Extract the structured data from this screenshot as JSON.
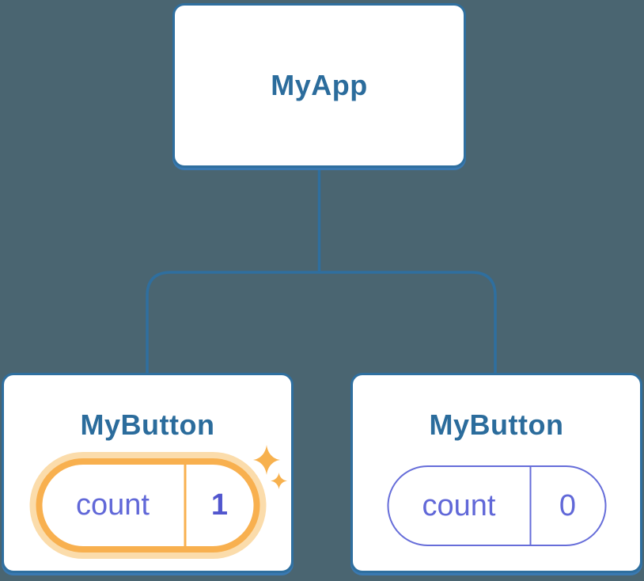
{
  "colors": {
    "background": "#4a6571",
    "line_blue": "#2f6f9f",
    "shadow_blue": "#3a79b1",
    "heading_blue": "#2b6c9c",
    "state_purple": "#6168d8",
    "state_value_purple": "#5156ce",
    "pill_border_purple": "#666dd9",
    "highlight_orange": "#f8b04f",
    "highlight_halo": "#fbdcab",
    "sparkle_orange": "#f7b14e",
    "card_bg": "#ffffff"
  },
  "tree": {
    "root": {
      "label": "MyApp"
    },
    "children": [
      {
        "label": "MyButton",
        "state": {
          "name": "count",
          "value": "1"
        },
        "highlighted": true,
        "icon": "sparkles-icon"
      },
      {
        "label": "MyButton",
        "state": {
          "name": "count",
          "value": "0"
        },
        "highlighted": false
      }
    ]
  }
}
